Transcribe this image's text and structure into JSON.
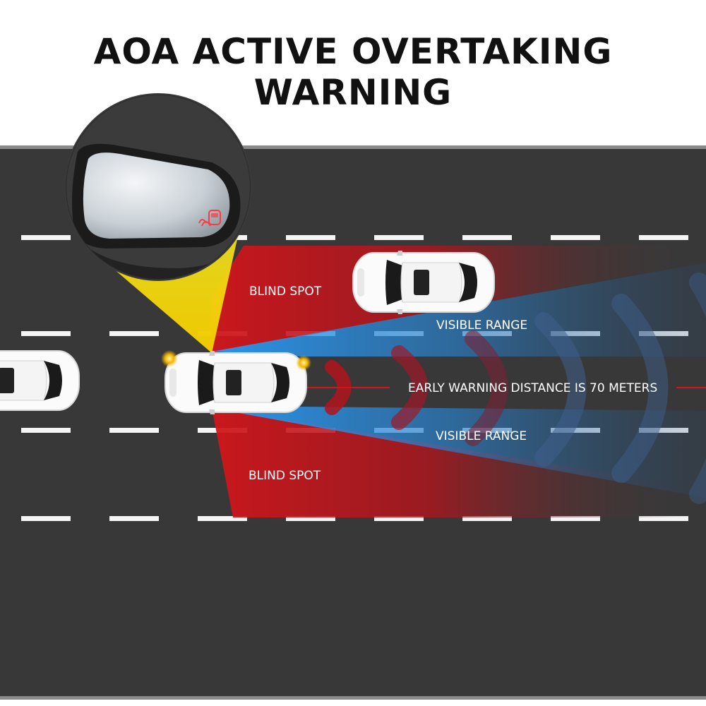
{
  "title": "AOA ACTIVE OVERTAKING WARNING",
  "labels": {
    "blind_spot_top": "BLIND SPOT",
    "visible_range_top": "VISIBLE RANGE",
    "early_warning": "EARLY WARNING DISTANCE IS 70 METERS",
    "visible_range_bottom": "VISIBLE RANGE",
    "blind_spot_bottom": "BLIND SPOT"
  },
  "colors": {
    "road": "#383838",
    "lane_mark": "#ffffff",
    "blind_spot": "#d0161b",
    "visible_range": "#1e8fe6",
    "mirror_beam": "#f6e41a",
    "indicator_light": "#f3b400",
    "warning_line": "#d0161b"
  },
  "icons": {
    "mirror": "side-mirror-icon",
    "mirror_indicator": "car-warning-icon"
  }
}
